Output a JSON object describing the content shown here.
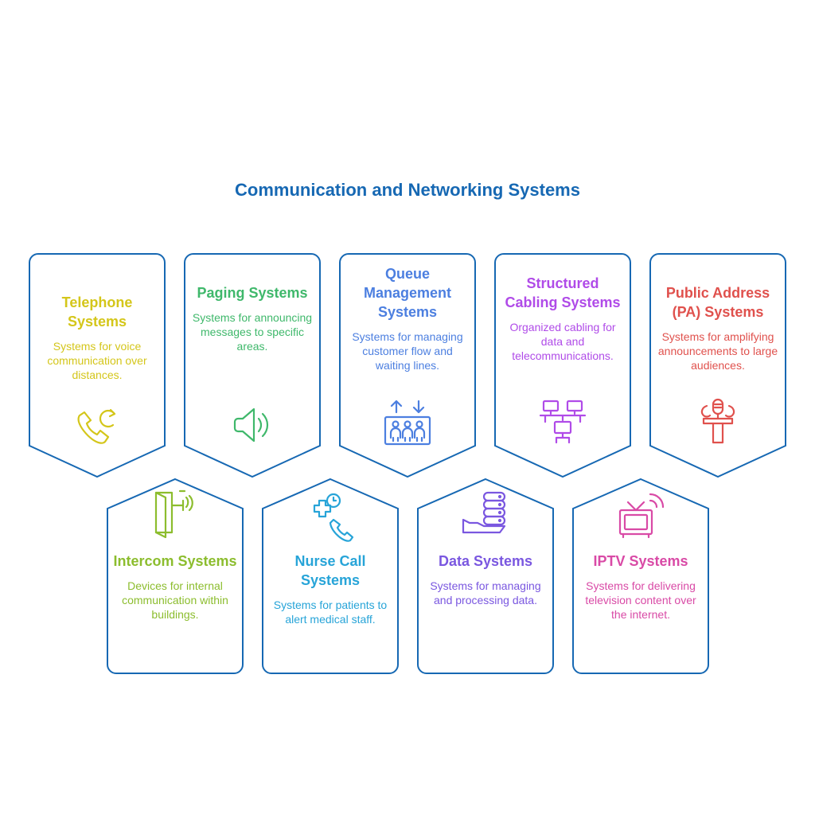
{
  "title": "Communication and Networking Systems",
  "colors": {
    "title": "#1668b3",
    "border": "#1668b3",
    "telephone": "#d4c61a",
    "paging": "#3fb86b",
    "queue": "#4c7fe0",
    "cabling": "#b04be8",
    "pa": "#e0514d",
    "intercom": "#8cbd2e",
    "nurse": "#27a4d8",
    "data": "#7a57e0",
    "iptv": "#d94aa6"
  },
  "cards_top": [
    {
      "title": "Telephone Systems",
      "desc": "Systems for voice communication over distances.",
      "icon": "phone-refresh-icon"
    },
    {
      "title": "Paging Systems",
      "desc": "Systems for announcing messages to specific areas.",
      "icon": "speaker-icon"
    },
    {
      "title": "Queue Management Systems",
      "desc": "Systems for managing customer flow and waiting lines.",
      "icon": "queue-people-icon"
    },
    {
      "title": "Structured Cabling Systems",
      "desc": "Organized cabling for data and telecommunications.",
      "icon": "networked-computers-icon"
    },
    {
      "title": "Public Address (PA) Systems",
      "desc": "Systems for amplifying announcements to large audiences.",
      "icon": "podium-microphone-icon"
    }
  ],
  "cards_bottom": [
    {
      "title": "Intercom Systems",
      "desc": "Devices for internal communication within buildings.",
      "icon": "door-intercom-icon"
    },
    {
      "title": "Nurse Call Systems",
      "desc": "Systems for patients to alert medical staff.",
      "icon": "medical-call-icon"
    },
    {
      "title": "Data Systems",
      "desc": "Systems for managing and processing data.",
      "icon": "database-hand-icon"
    },
    {
      "title": "IPTV Systems",
      "desc": "Systems for delivering television content over the internet.",
      "icon": "tv-signal-icon"
    }
  ]
}
